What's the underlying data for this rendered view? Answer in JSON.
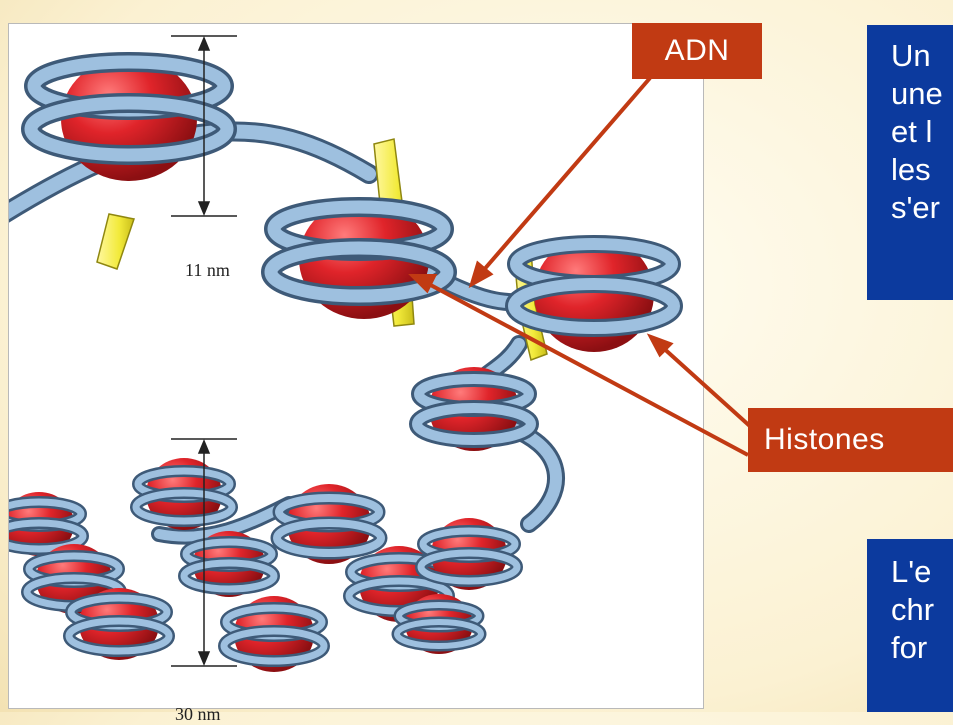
{
  "labels": {
    "adn": "ADN",
    "histones": "Histones"
  },
  "scale_labels": {
    "top": "11 nm",
    "bottom": "30 nm"
  },
  "text_box_1": {
    "lines": [
      "Un",
      "une",
      "et l",
      "les",
      "s'er"
    ]
  },
  "text_box_2": {
    "lines": [
      "L'e",
      "chr",
      "for"
    ]
  },
  "colors": {
    "label_bg": "#c13a13",
    "text_box_bg": "#0c3a9e",
    "histone": "#d42025",
    "dna": "#8fb2d3",
    "linker": "#f2ea3a",
    "arrow": "#c13a13"
  }
}
